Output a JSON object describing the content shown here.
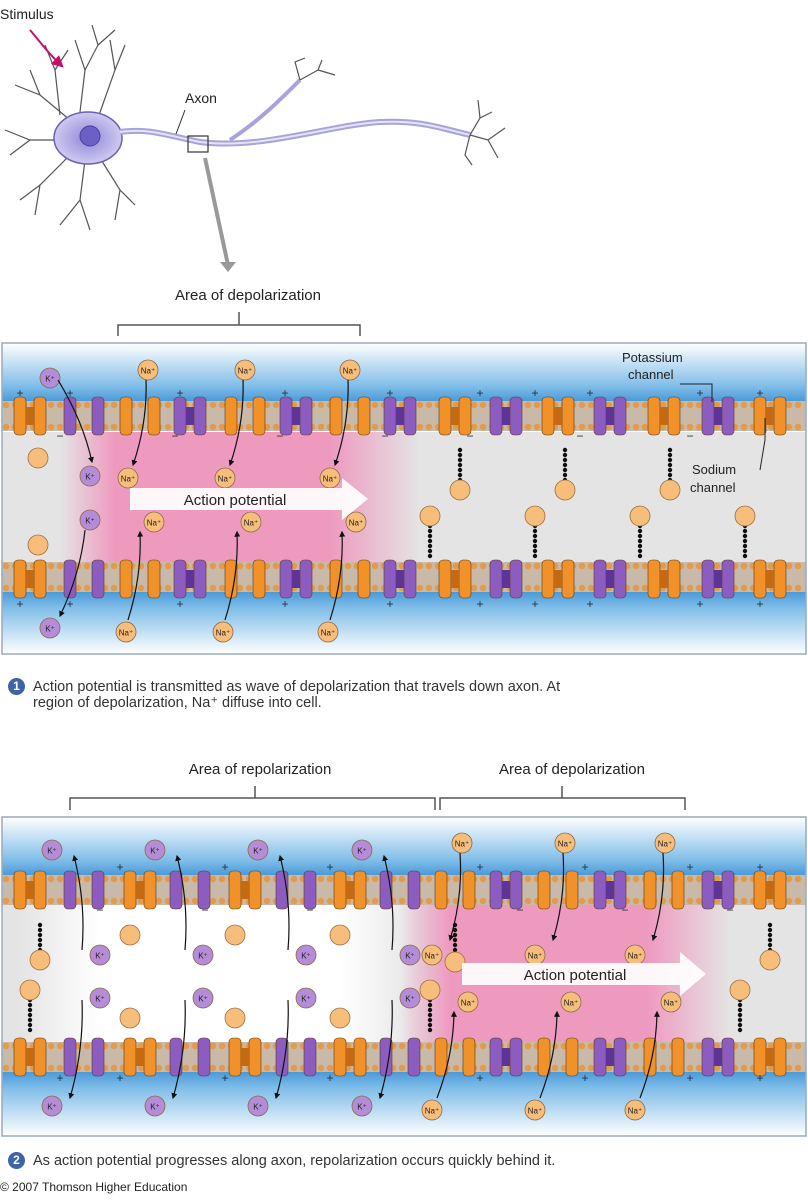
{
  "neuron": {
    "stimulus_label": "Stimulus",
    "axon_label": "Axon"
  },
  "panel1": {
    "bracket_label": "Area of depolarization",
    "potassium_label_1": "Potassium",
    "potassium_label_2": "channel",
    "sodium_label_1": "Sodium",
    "sodium_label_2": "channel",
    "arrow_label": "Action potential",
    "caption_num": "1",
    "caption_line1": "Action potential is transmitted as wave of depolarization that travels down axon. At",
    "caption_line2": "region of depolarization, Na⁺ diffuse into cell."
  },
  "panel2": {
    "bracket_left_label": "Area of repolarization",
    "bracket_right_label": "Area of depolarization",
    "arrow_label": "Action potential",
    "caption_num": "2",
    "caption_line1": "As action potential progresses along axon, repolarization occurs quickly behind it."
  },
  "ions": {
    "sodium": "Na⁺",
    "potassium": "K⁺"
  },
  "credit": "© 2007 Thomson Higher Education",
  "colors": {
    "extracellular_blue": "#7fbde8",
    "cytoplasm": "#e4e4e4",
    "depolarization_pink": "#f08db8",
    "sodium_channel": "#f0912a",
    "potassium_channel": "#8d5cc0",
    "sodium_ion": "#f7bd7a",
    "potassium_ion": "#b48cd8",
    "neuron": "#b6b0e6"
  }
}
